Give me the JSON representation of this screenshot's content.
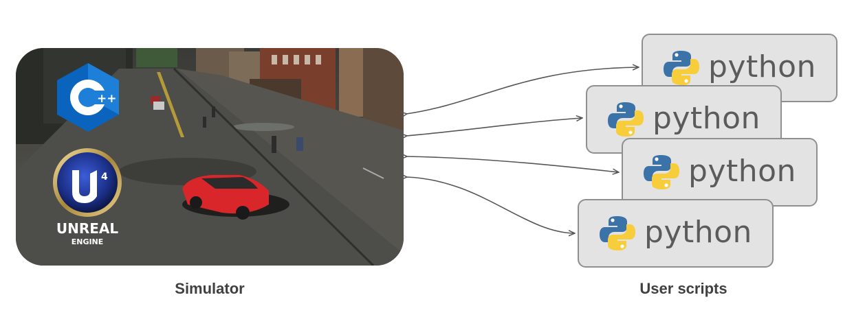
{
  "simulator": {
    "caption": "Simulator",
    "cpp_logo_text": "C++",
    "unreal_logo_text": "UNREAL",
    "unreal_logo_sub": "ENGINE",
    "unreal_badge": "4"
  },
  "user_scripts": {
    "caption": "User scripts",
    "boxes": [
      {
        "label": "python",
        "icon": "python-icon"
      },
      {
        "label": "python",
        "icon": "python-icon"
      },
      {
        "label": "python",
        "icon": "python-icon"
      },
      {
        "label": "python",
        "icon": "python-icon"
      }
    ]
  },
  "colors": {
    "box_fill": "#e3e3e3",
    "box_border": "#8f8f8f",
    "python_blue": "#3b73a8",
    "python_yellow": "#f7cd3b",
    "car_red": "#d9262b",
    "arrow": "#555555"
  }
}
